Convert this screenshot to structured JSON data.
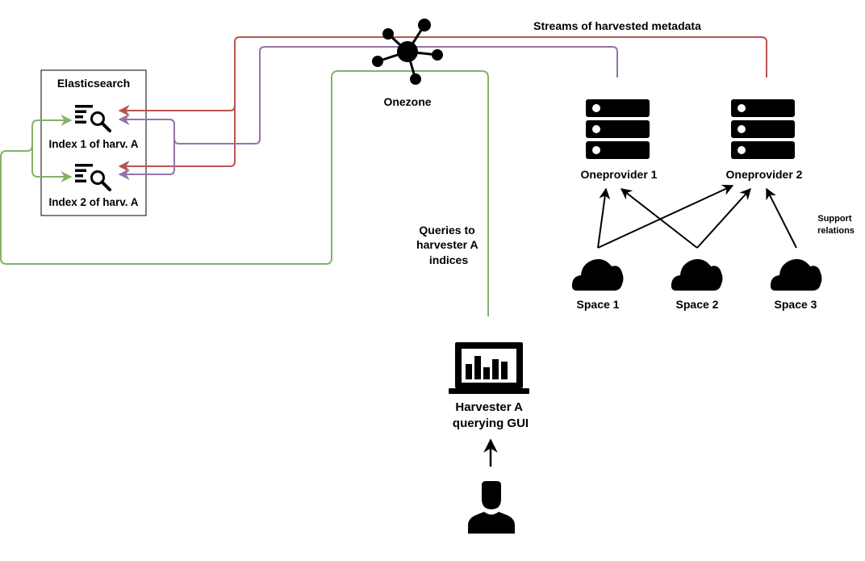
{
  "elasticsearch": {
    "title": "Elasticsearch",
    "index1": {
      "label": "Index 1 of harv. A",
      "icon": "index-search-icon"
    },
    "index2": {
      "label": "Index 2 of harv. A",
      "icon": "index-search-icon"
    }
  },
  "onezone": {
    "label": "Onezone",
    "icon": "network-hub-icon"
  },
  "streams_label": "Streams of harvested metadata",
  "queries_label": [
    "Queries to",
    "harvester A",
    "indices"
  ],
  "providers": [
    {
      "label": "Oneprovider 1",
      "icon": "server-stack-icon"
    },
    {
      "label": "Oneprovider 2",
      "icon": "server-stack-icon"
    }
  ],
  "spaces": [
    {
      "label": "Space 1",
      "icon": "cloud-icon"
    },
    {
      "label": "Space 2",
      "icon": "cloud-icon"
    },
    {
      "label": "Space 3",
      "icon": "cloud-icon"
    }
  ],
  "support_label": [
    "Support",
    "relations"
  ],
  "gui": {
    "label": [
      "Harvester A",
      "querying GUI"
    ],
    "icon": "laptop-chart-icon"
  },
  "user": {
    "icon": "user-icon"
  },
  "colors": {
    "stream_provider2": "#b85450",
    "stream_provider1": "#9673a6",
    "queries": "#82b366",
    "support": "#000000"
  }
}
